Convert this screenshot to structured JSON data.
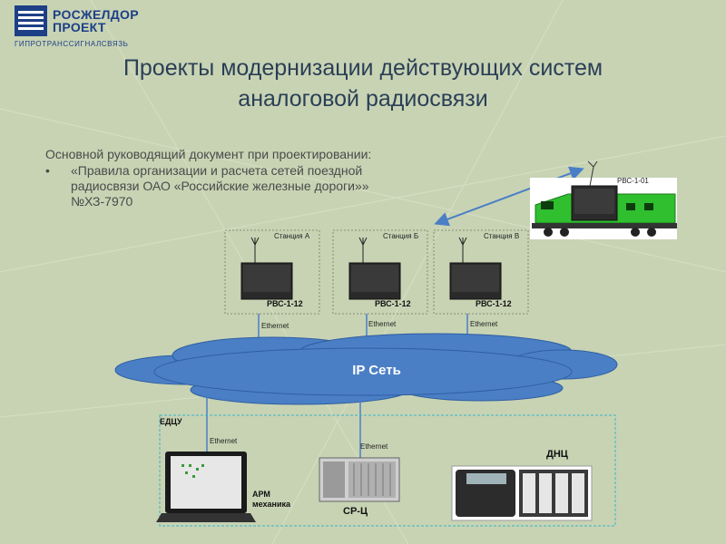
{
  "logo": {
    "line1": "РОСЖЕЛДОР",
    "line2": "ПРОЕКТ",
    "subtitle": "ГИПРОТРАНССИГНАЛСВЯЗЬ"
  },
  "title": {
    "line1": "Проекты модернизации действующих систем",
    "line2": "аналоговой радиосвязи"
  },
  "document": {
    "intro": "Основной руководящий документ при проектировании:",
    "bullet": "•",
    "line1": "«Правила организации и расчета сетей поездной",
    "line2": "радиосвязи ОАО «Российские железные дороги»»",
    "line3": "№ХЗ-7970"
  },
  "locomotive": {
    "radio_label": "РВС-1-01"
  },
  "stations": [
    {
      "name": "Станция А",
      "radio": "РВС-1-12",
      "link": "Ethernet"
    },
    {
      "name": "Станция Б",
      "radio": "РВС-1-12",
      "link": "Ethernet"
    },
    {
      "name": "Станция В",
      "radio": "РВС-1-12",
      "link": "Ethernet"
    }
  ],
  "network": {
    "label": "IP Сеть",
    "color": "#4a7fc6"
  },
  "center": {
    "name": "ЕДЦУ",
    "links": [
      "Ethernet",
      "Ethernet"
    ],
    "arm_line1": "АРМ",
    "arm_line2": "механика",
    "sr_label": "СР-Ц",
    "dnc_label": "ДНЦ"
  },
  "colors": {
    "title": "#2a3f56",
    "brand": "#1d3f86",
    "locomotive": "#2fbf2f",
    "center_border": "#34b6c7"
  }
}
